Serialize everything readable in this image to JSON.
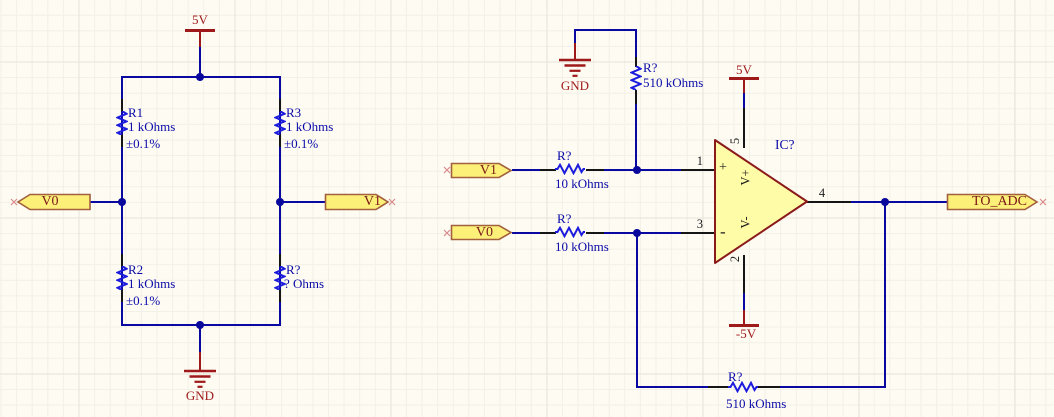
{
  "colors": {
    "wire": "#0909a2",
    "resistor_symbol": "#1c1cde",
    "label_blue": "#0a0aa8",
    "power_red": "#9e1a1a",
    "port_fill": "#fcf078",
    "port_border": "#a2603e",
    "port_text": "#7c1818",
    "opamp_fill": "#fffca8",
    "opamp_border": "#8b1a1a",
    "background": "#fdfbf2"
  },
  "bridge": {
    "power_top": "5V",
    "ground": "GND",
    "r1": {
      "ref": "R1",
      "value": "1 kOhms",
      "tol": "±0.1%"
    },
    "r3": {
      "ref": "R3",
      "value": "1 kOhms",
      "tol": "±0.1%"
    },
    "r2": {
      "ref": "R2",
      "value": "1 kOhms",
      "tol": "±0.1%"
    },
    "r4": {
      "ref": "R?",
      "value": "? Ohms"
    },
    "port_v0": "V0",
    "port_v1": "V1"
  },
  "amp": {
    "ground": "GND",
    "power_pos": "5V",
    "power_neg": "-5V",
    "r_pullup": {
      "ref": "R?",
      "value": "510 kOhms"
    },
    "r_in_top": {
      "ref": "R?",
      "value": "10 kOhms"
    },
    "r_in_bottom": {
      "ref": "R?",
      "value": "10 kOhms"
    },
    "r_feedback": {
      "ref": "R?",
      "value": "510 kOhms"
    },
    "port_v1": "V1",
    "port_v0": "V0",
    "port_out": "TO_ADC",
    "ic": {
      "ref": "IC?",
      "plus": "+",
      "minus": "-",
      "vplus": "V+",
      "vminus": "V-",
      "pin_in_plus": "1",
      "pin_in_minus": "3",
      "pin_out": "4",
      "pin_vplus": "5",
      "pin_vminus": "2"
    }
  }
}
